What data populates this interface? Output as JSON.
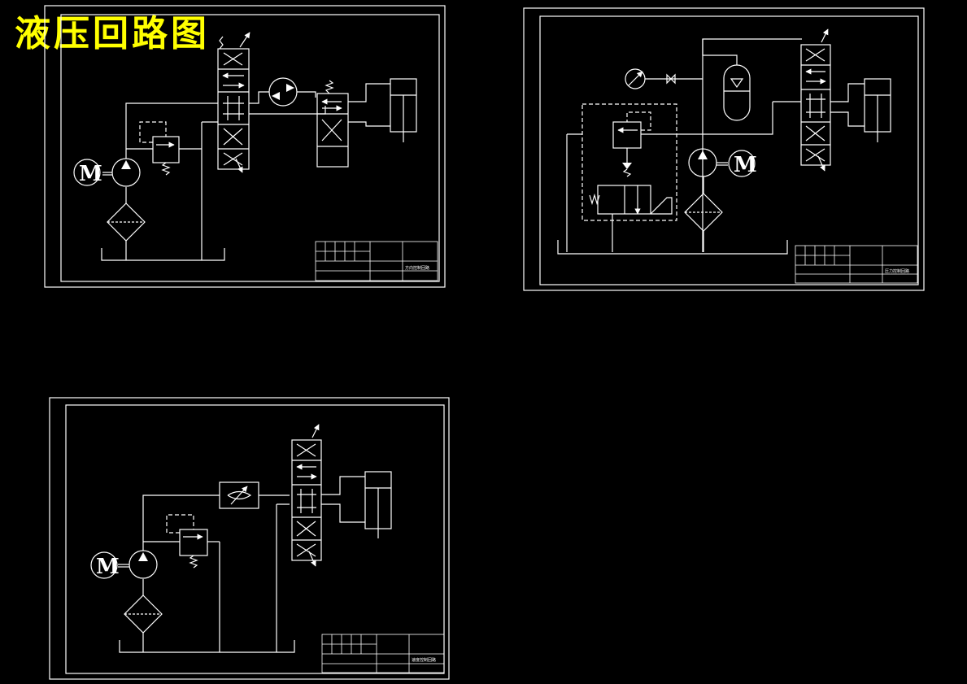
{
  "page": {
    "title": "液压回路图"
  },
  "sheets": [
    {
      "id": "sheet-1",
      "title_block": {
        "drawing_name": "方向控制回路",
        "motor_label": "M"
      }
    },
    {
      "id": "sheet-2",
      "title_block": {
        "drawing_name": "压力控制回路",
        "motor_label": "M"
      }
    },
    {
      "id": "sheet-3",
      "title_block": {
        "drawing_name": "速度控制回路",
        "motor_label": "M"
      }
    }
  ],
  "colors": {
    "background": "#000000",
    "lines": "#ffffff",
    "title": "#ffff00"
  },
  "icons": [
    "motor-icon",
    "pump-icon",
    "filter-icon",
    "relief-valve-icon",
    "directional-valve-icon",
    "cylinder-icon",
    "accumulator-icon",
    "pressure-gauge-icon",
    "throttle-valve-icon",
    "hydraulic-motor-icon"
  ]
}
